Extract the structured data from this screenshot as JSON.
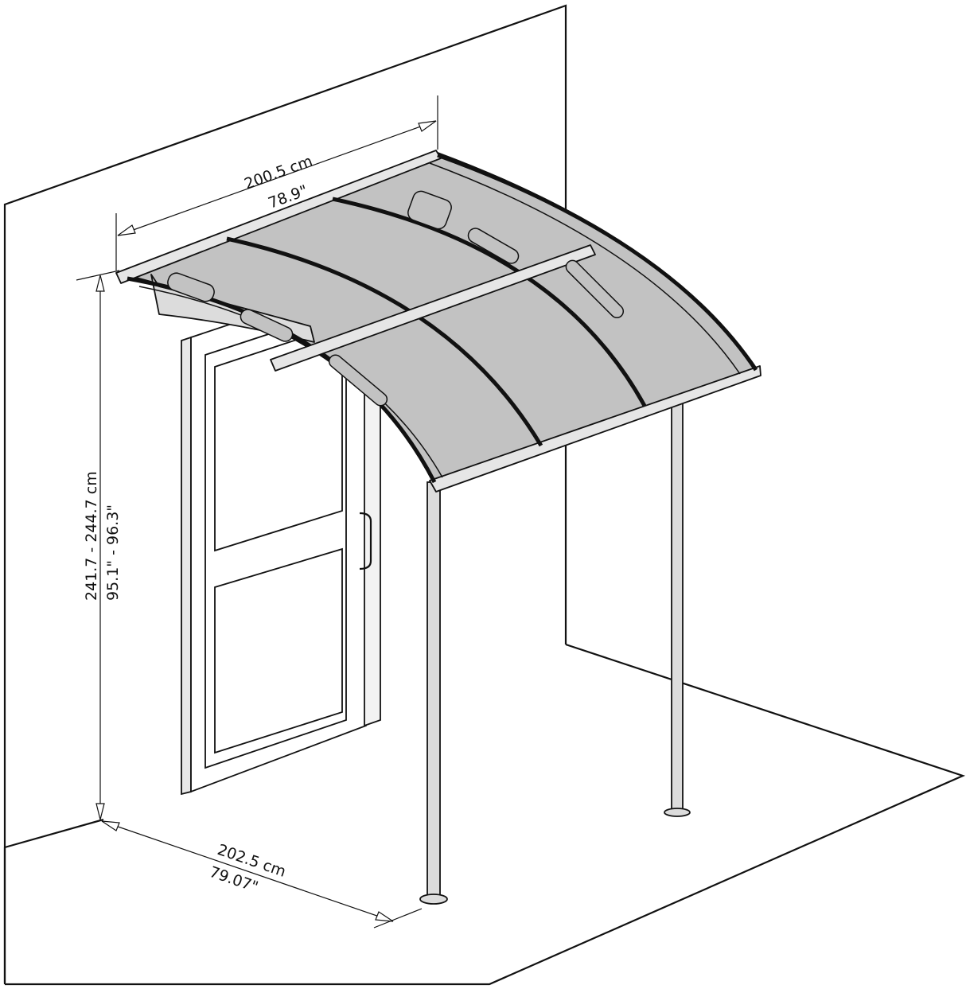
{
  "diagram": {
    "subject": "Wall-mounted curved door canopy with two support posts",
    "colors": {
      "line": "#111111",
      "roof_panel": "#c2c2c2",
      "frame_fill": "#e6e6e6",
      "wall_fill": "#ffffff",
      "background": "#ffffff"
    },
    "dimensions": {
      "width": {
        "metric": "200.5 cm",
        "imperial": "78.9\""
      },
      "height": {
        "metric": "241.7 - 244.7 cm",
        "imperial": "95.1\" - 96.3\""
      },
      "depth": {
        "metric": "202.5 cm",
        "imperial": "79.07\""
      }
    }
  }
}
